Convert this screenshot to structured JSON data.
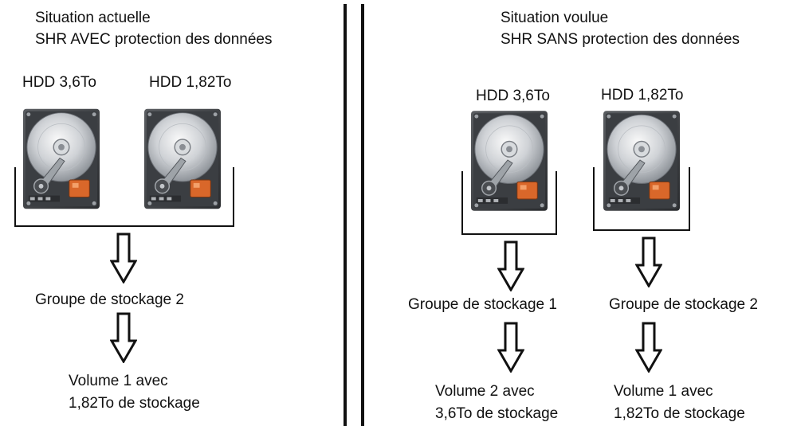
{
  "left": {
    "title": "Situation actuelle",
    "subtitle": "SHR AVEC protection des données",
    "drives": [
      {
        "label": "HDD 3,6To"
      },
      {
        "label": "HDD 1,82To"
      }
    ],
    "group": "Groupe de stockage 2",
    "volume_line1": "Volume 1 avec",
    "volume_line2": "1,82To de stockage"
  },
  "right": {
    "title": "Situation voulue",
    "subtitle": "SHR SANS protection des données",
    "drives": [
      {
        "label": "HDD 3,6To"
      },
      {
        "label": "HDD 1,82To"
      }
    ],
    "groups": [
      {
        "label": "Groupe de stockage 1"
      },
      {
        "label": "Groupe de stockage 2"
      }
    ],
    "volumes": [
      {
        "line1": "Volume 2 avec",
        "line2": "3,6To de stockage"
      },
      {
        "line1": "Volume 1 avec",
        "line2": "1,82To de stockage"
      }
    ]
  },
  "icons": {
    "drive": "hard-disk-drive-icon",
    "arrow": "hollow-down-arrow-icon"
  }
}
